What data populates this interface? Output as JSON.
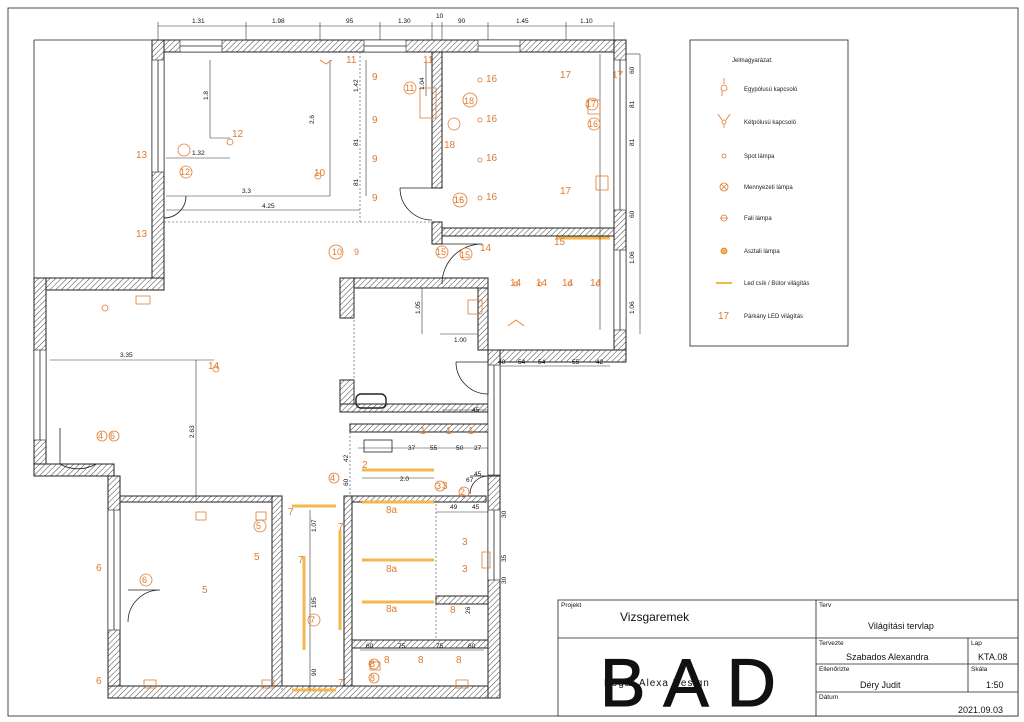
{
  "dims_top": [
    "1.31",
    "1.98",
    "95",
    "1.30",
    "10",
    "90",
    "1.45",
    "1.10"
  ],
  "dims_right": [
    "60",
    "81",
    "81",
    "60",
    "1.06",
    "1.06"
  ],
  "dims_mid": [
    "40",
    "54",
    "54",
    "55",
    "42",
    "45",
    "37",
    "55",
    "50",
    "27",
    "2.0",
    "45",
    "67",
    "49",
    "45",
    "30",
    "35",
    "30",
    "26",
    "60",
    "75",
    "75",
    "60"
  ],
  "dims_inner": [
    "1.8",
    "2.6",
    "1.42",
    "81",
    "81",
    "1.32",
    "3.3",
    "4.25",
    "1.05",
    "1.00",
    "3.35",
    "2.63",
    "1.07",
    "195",
    "90",
    "1.04",
    "42",
    "60"
  ],
  "room_labels": [
    "11",
    "11",
    "11",
    "16",
    "16",
    "16",
    "16",
    "16",
    "17",
    "17",
    "17",
    "17",
    "16",
    "18",
    "18",
    "9",
    "9",
    "9",
    "9",
    "12",
    "13",
    "13",
    "12",
    "10",
    "10",
    "9",
    "14",
    "14",
    "14",
    "14",
    "14",
    "15",
    "15",
    "15",
    "16",
    "14",
    "4",
    "6",
    "5",
    "5",
    "6",
    "6",
    "6",
    "7",
    "7",
    "7",
    "7",
    "7",
    "8a",
    "8a",
    "8a",
    "3",
    "3",
    "3",
    "2",
    "2",
    "1",
    "1",
    "1",
    "4",
    "8",
    "8",
    "8",
    "8",
    "8",
    "8",
    "5",
    "3"
  ],
  "legend": {
    "title": "Jelmagyarázat:",
    "items": [
      "Egypólusú kapcsoló",
      "Kétpólusú kapcsoló",
      "Spot lámpa",
      "Mennyezeti lámpa",
      "Fali lámpa",
      "Asztali lámpa",
      "Led csík / Bútor világítás",
      "Párkány LED világítás"
    ],
    "item8_symbol": "17"
  },
  "title_block": {
    "projekt_label": "Projekt",
    "projekt_value": "Vizsgaremek",
    "terv_label": "Terv",
    "terv_value": "Világítási tervlap",
    "tervezte_label": "Tervezte",
    "tervezte_value": "Szabados Alexandra",
    "lap_label": "Lap",
    "lap_value": "KTA.08",
    "ellenorizte_label": "Ellenőrizte",
    "ellenorizte_value": "Déry Judit",
    "skala_label": "Skála",
    "skala_value": "1:50",
    "datum_label": "Dátum",
    "datum_value": "2021.09.03",
    "logo_big": "BAD",
    "logo_small": "Bogár  Alexa  Design"
  },
  "colors": {
    "accent": "#e07a2e",
    "led": "#f2b84b",
    "line": "#222222"
  }
}
